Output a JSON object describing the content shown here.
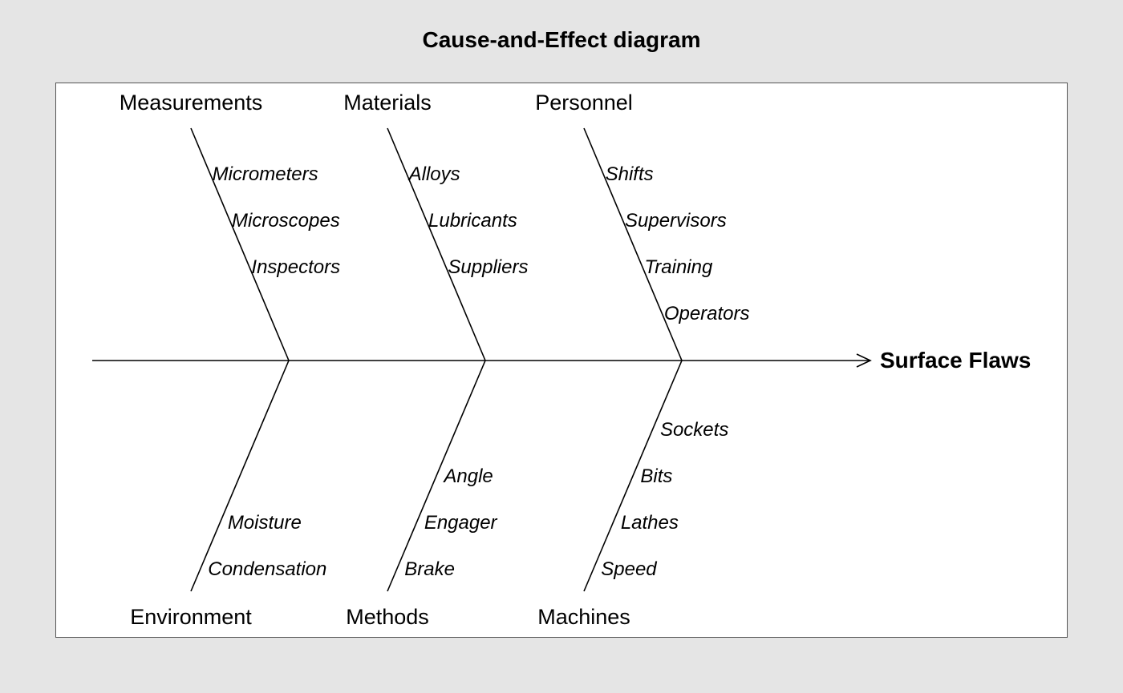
{
  "title": "Cause-and-Effect diagram",
  "effect": "Surface Flaws",
  "colors": {
    "background": "#e5e5e5",
    "panel": "#ffffff",
    "ink": "#000000"
  },
  "categories": [
    {
      "name": "Measurements",
      "side": "top",
      "causes": [
        "Micrometers",
        "Microscopes",
        "Inspectors"
      ]
    },
    {
      "name": "Materials",
      "side": "top",
      "causes": [
        "Alloys",
        "Lubricants",
        "Suppliers"
      ]
    },
    {
      "name": "Personnel",
      "side": "top",
      "causes": [
        "Shifts",
        "Supervisors",
        "Training",
        "Operators"
      ]
    },
    {
      "name": "Environment",
      "side": "bottom",
      "causes": [
        "Moisture",
        "Condensation"
      ]
    },
    {
      "name": "Methods",
      "side": "bottom",
      "causes": [
        "Angle",
        "Engager",
        "Brake"
      ]
    },
    {
      "name": "Machines",
      "side": "bottom",
      "causes": [
        "Sockets",
        "Bits",
        "Lathes",
        "Speed"
      ]
    }
  ]
}
